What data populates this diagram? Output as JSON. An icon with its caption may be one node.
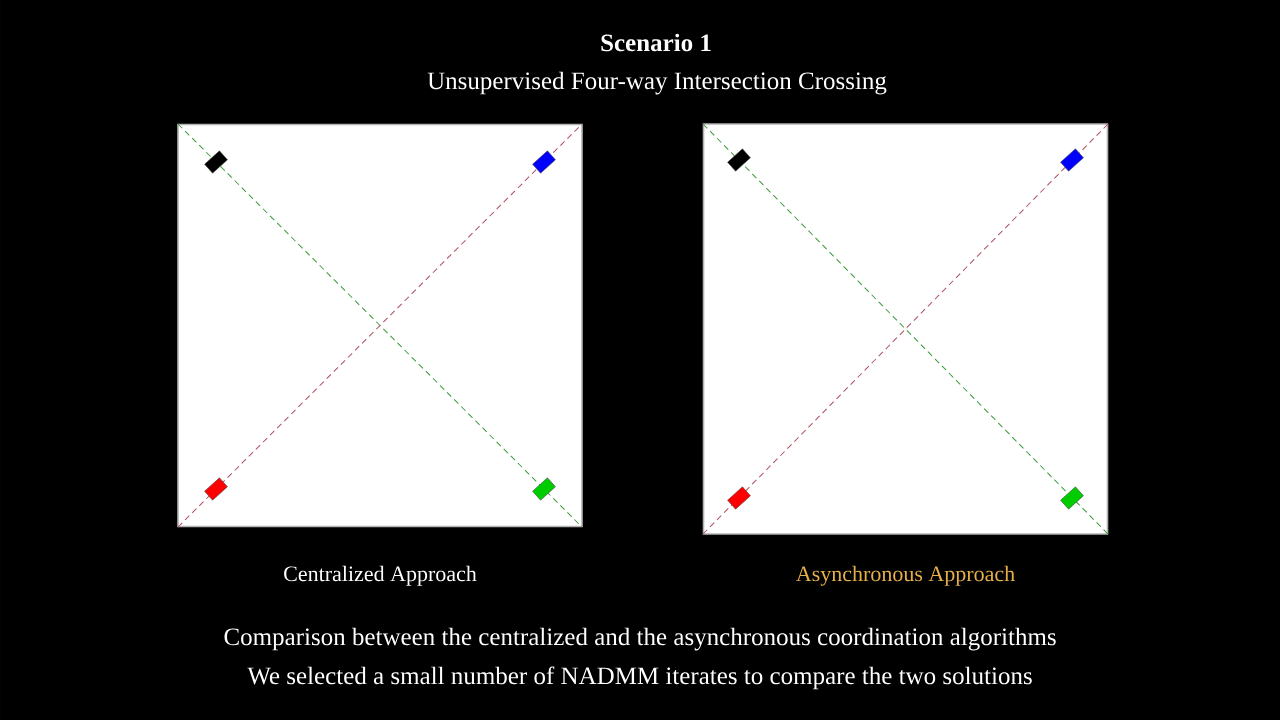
{
  "diagram": {
    "title": "Scenario 1",
    "nodes": [
      {
        "text": [],
        "shape": "picture",
        "beside": [
          "Centralized Approach"
        ]
      },
      {
        "text": [],
        "shape": "picture",
        "beside": [
          "Asynchronous Approach"
        ]
      }
    ],
    "labels": [
      "Unsupervised Four-way Intersection Crossing",
      "Comparison between the centralized and the asynchronous coordination algorithms",
      "We selected a small number of NADMM iterates to compare the two solutions"
    ]
  }
}
